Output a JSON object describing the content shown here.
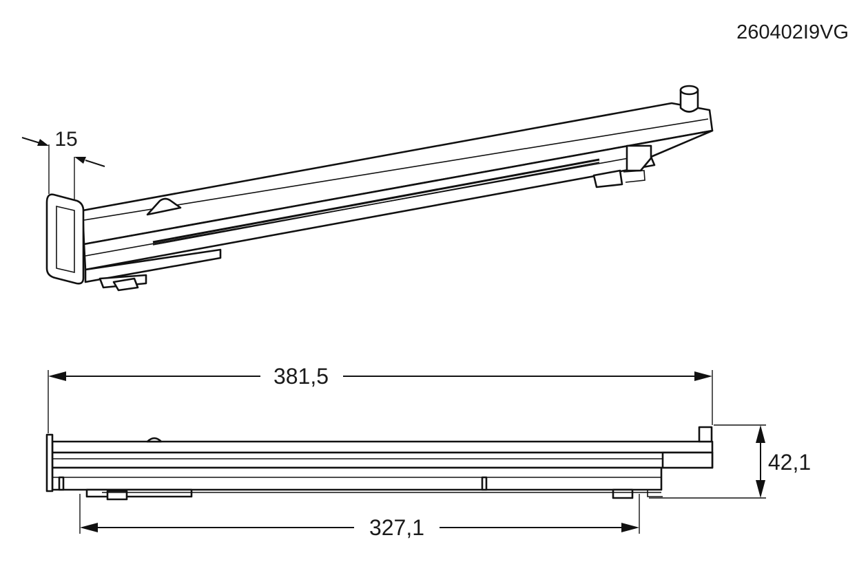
{
  "drawing": {
    "part_code": "260402I9VG",
    "dimensions": {
      "overall_length": "381,5",
      "inner_length": "327,1",
      "height": "42,1",
      "end_cap_width": "15"
    }
  }
}
